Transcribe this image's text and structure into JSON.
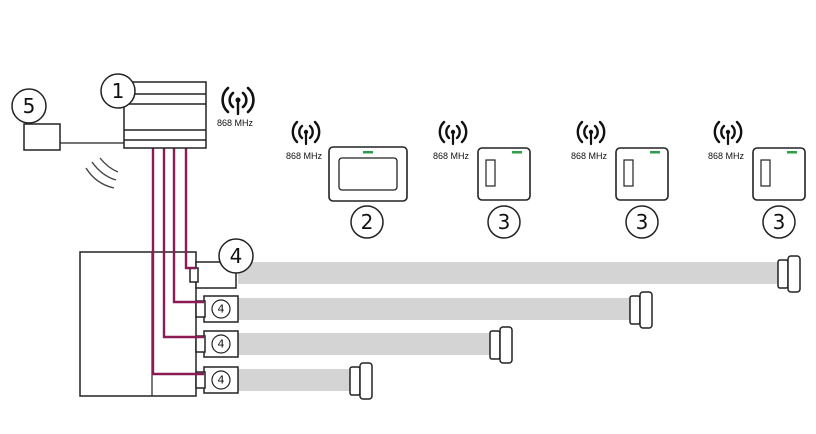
{
  "labels": {
    "controller": "1",
    "display": "2",
    "sensor": "3",
    "valve": "4",
    "external": "5"
  },
  "frequency": "868 MHz",
  "colors": {
    "wire": "#8b1a55",
    "pipe": "#d4d4d4",
    "line": "#222222",
    "indicator": "#2e9e4a"
  },
  "icons": [
    "antenna-icon",
    "wireless-signal-icon"
  ]
}
